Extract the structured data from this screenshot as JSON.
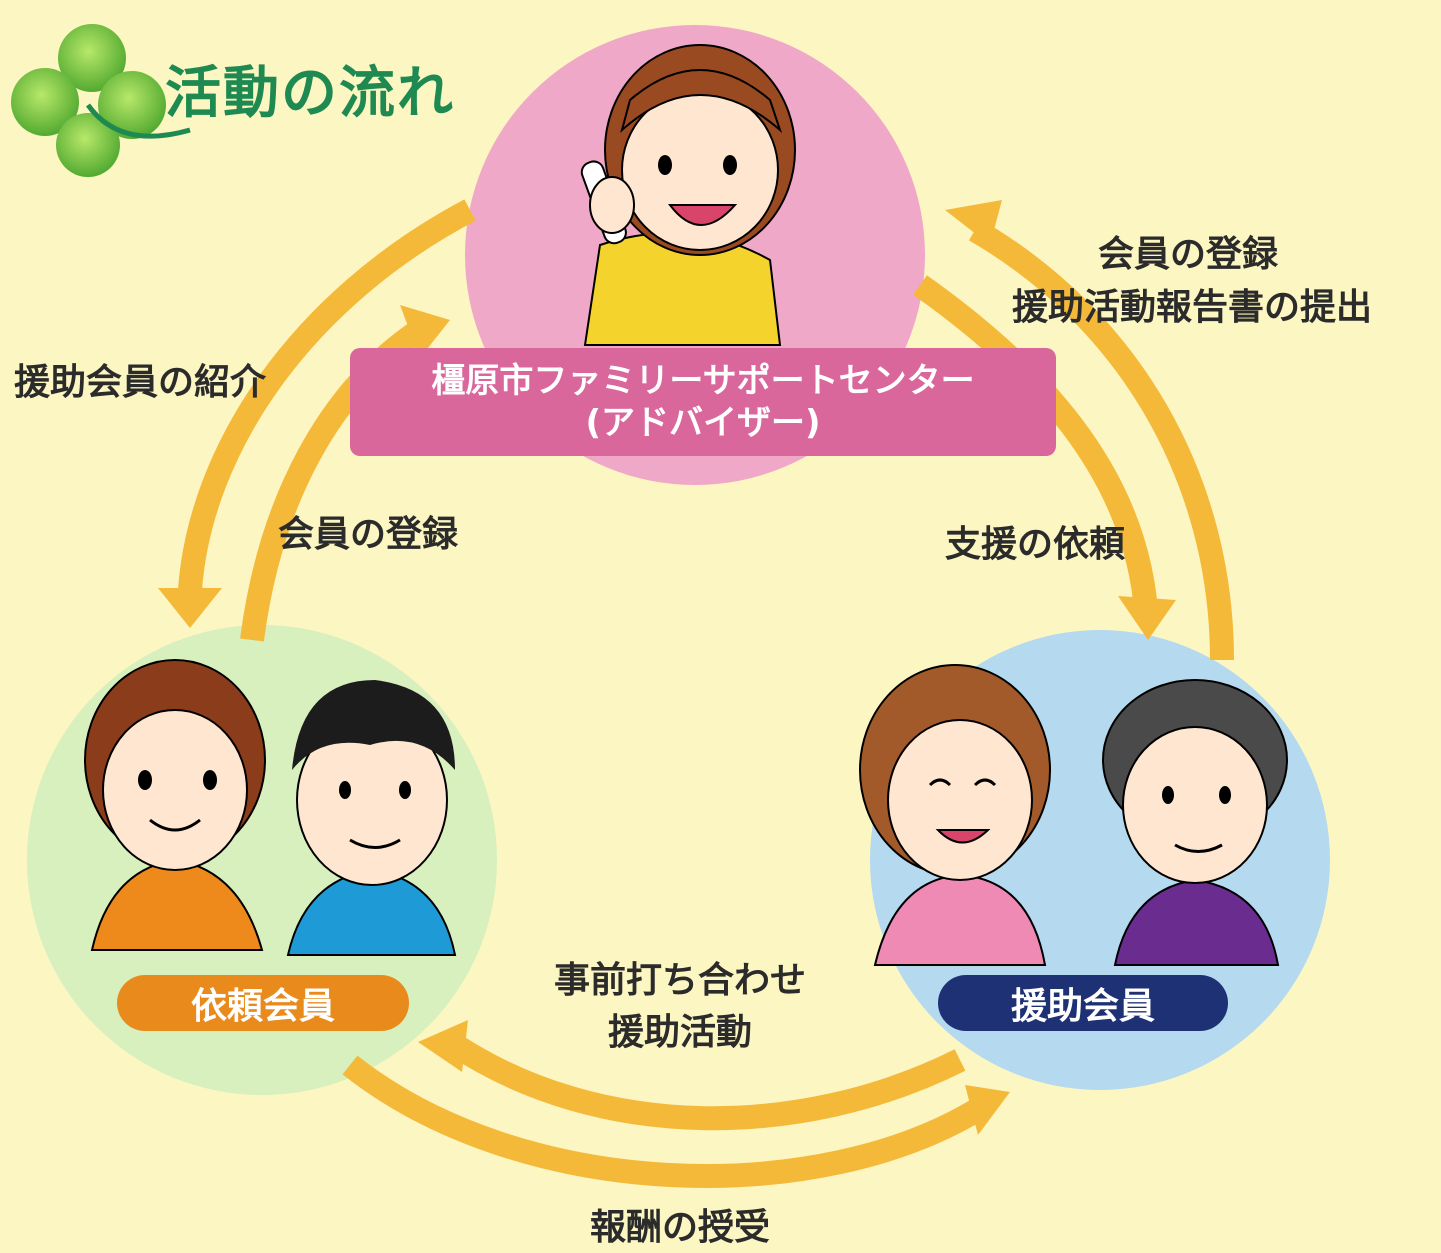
{
  "title": "活動の流れ",
  "nodes": {
    "center": {
      "line1": "橿原市ファミリーサポートセンター",
      "line2": "(アドバイザー)"
    },
    "requester": "依頼会員",
    "helper": "援助会員"
  },
  "flows": {
    "intro_helper": "援助会員の紹介",
    "register_left": "会員の登録",
    "register_right": "会員の登録",
    "report_submit": "援助活動報告書の提出",
    "support_request": "支援の依頼",
    "prearrange": "事前打ち合わせ",
    "support_activity": "援助活動",
    "payment": "報酬の授受"
  },
  "colors": {
    "background": "#fcf6c2",
    "arrow": "#f5b93a",
    "center_circle": "#f0a8c8",
    "left_circle": "#d8efbe",
    "right_circle": "#b5d9ef",
    "clover": "#7cc943",
    "title": "#1e8a52"
  }
}
